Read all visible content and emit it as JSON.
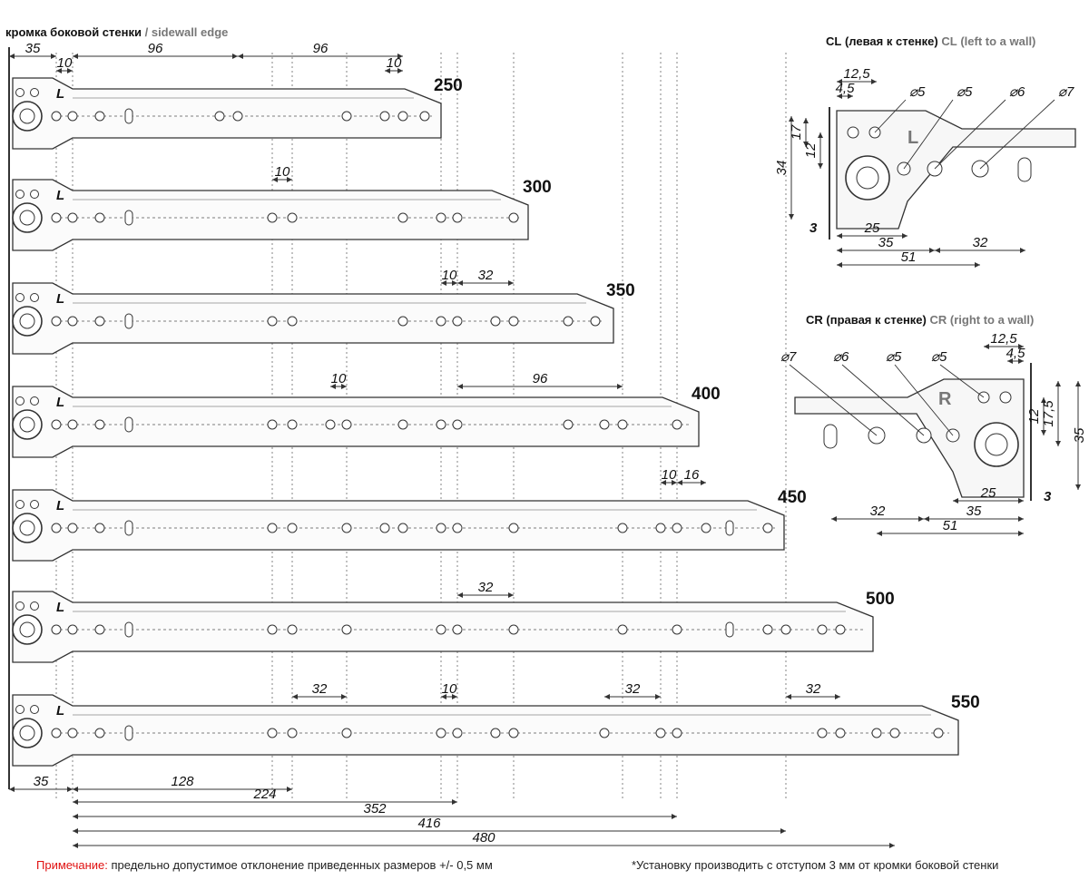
{
  "header": {
    "sidewall_ru": "кромка боковой стенки",
    "sidewall_en": "/ sidewall edge"
  },
  "rails": [
    {
      "size": "250"
    },
    {
      "size": "300"
    },
    {
      "size": "350"
    },
    {
      "size": "400"
    },
    {
      "size": "450"
    },
    {
      "size": "500"
    },
    {
      "size": "550"
    }
  ],
  "top_dims": {
    "d35": "35",
    "d96a": "96",
    "d96b": "96",
    "d10a": "10",
    "d10b": "10"
  },
  "rail_dims": {
    "r300_10": "10",
    "r350_10": "10",
    "r350_32": "32",
    "r400_10": "10",
    "r400_96": "96",
    "r450_10": "10",
    "r450_16": "16",
    "r500_32": "32",
    "r550_32a": "32",
    "r550_10": "10",
    "r550_32b": "32",
    "r550_32c": "32"
  },
  "bottom_dims": [
    "35",
    "128",
    "224",
    "352",
    "416",
    "480"
  ],
  "cl": {
    "title_ru_code": "CL",
    "title_ru": "(левая к стенке)",
    "title_en_code": "CL",
    "title_en": "(left to a wall)",
    "dims": {
      "d12_5": "12,5",
      "d4_5": "4,5",
      "d5a": "⌀5",
      "d5b": "⌀5",
      "d6": "⌀6",
      "d7": "⌀7",
      "d17": "17",
      "d12": "12",
      "d34": "34",
      "d3": "3",
      "d25": "25",
      "d35": "35",
      "d32": "32",
      "d51": "51"
    },
    "mark": "L"
  },
  "cr": {
    "title_ru_code": "CR",
    "title_ru": "(правая к стенке)",
    "title_en_code": "CR",
    "title_en": "(right to a wall)",
    "dims": {
      "d12_5": "12,5",
      "d4_5": "4,5",
      "d7": "⌀7",
      "d6": "⌀6",
      "d5a": "⌀5",
      "d5b": "⌀5",
      "d12": "12",
      "d17_5": "17,5",
      "d35v": "35",
      "d25": "25",
      "d3": "3",
      "d32": "32",
      "d35": "35",
      "d51": "51"
    },
    "mark": "R"
  },
  "notes": {
    "note_label": "Примечание:",
    "note_text": "предельно допустимое отклонение приведенных размеров +/- 0,5 мм",
    "install": "*Установку производить с отступом 3 мм от кромки боковой стенки"
  },
  "colors": {
    "accent": "#e01010",
    "line": "#333333",
    "label_grey": "#777777"
  }
}
